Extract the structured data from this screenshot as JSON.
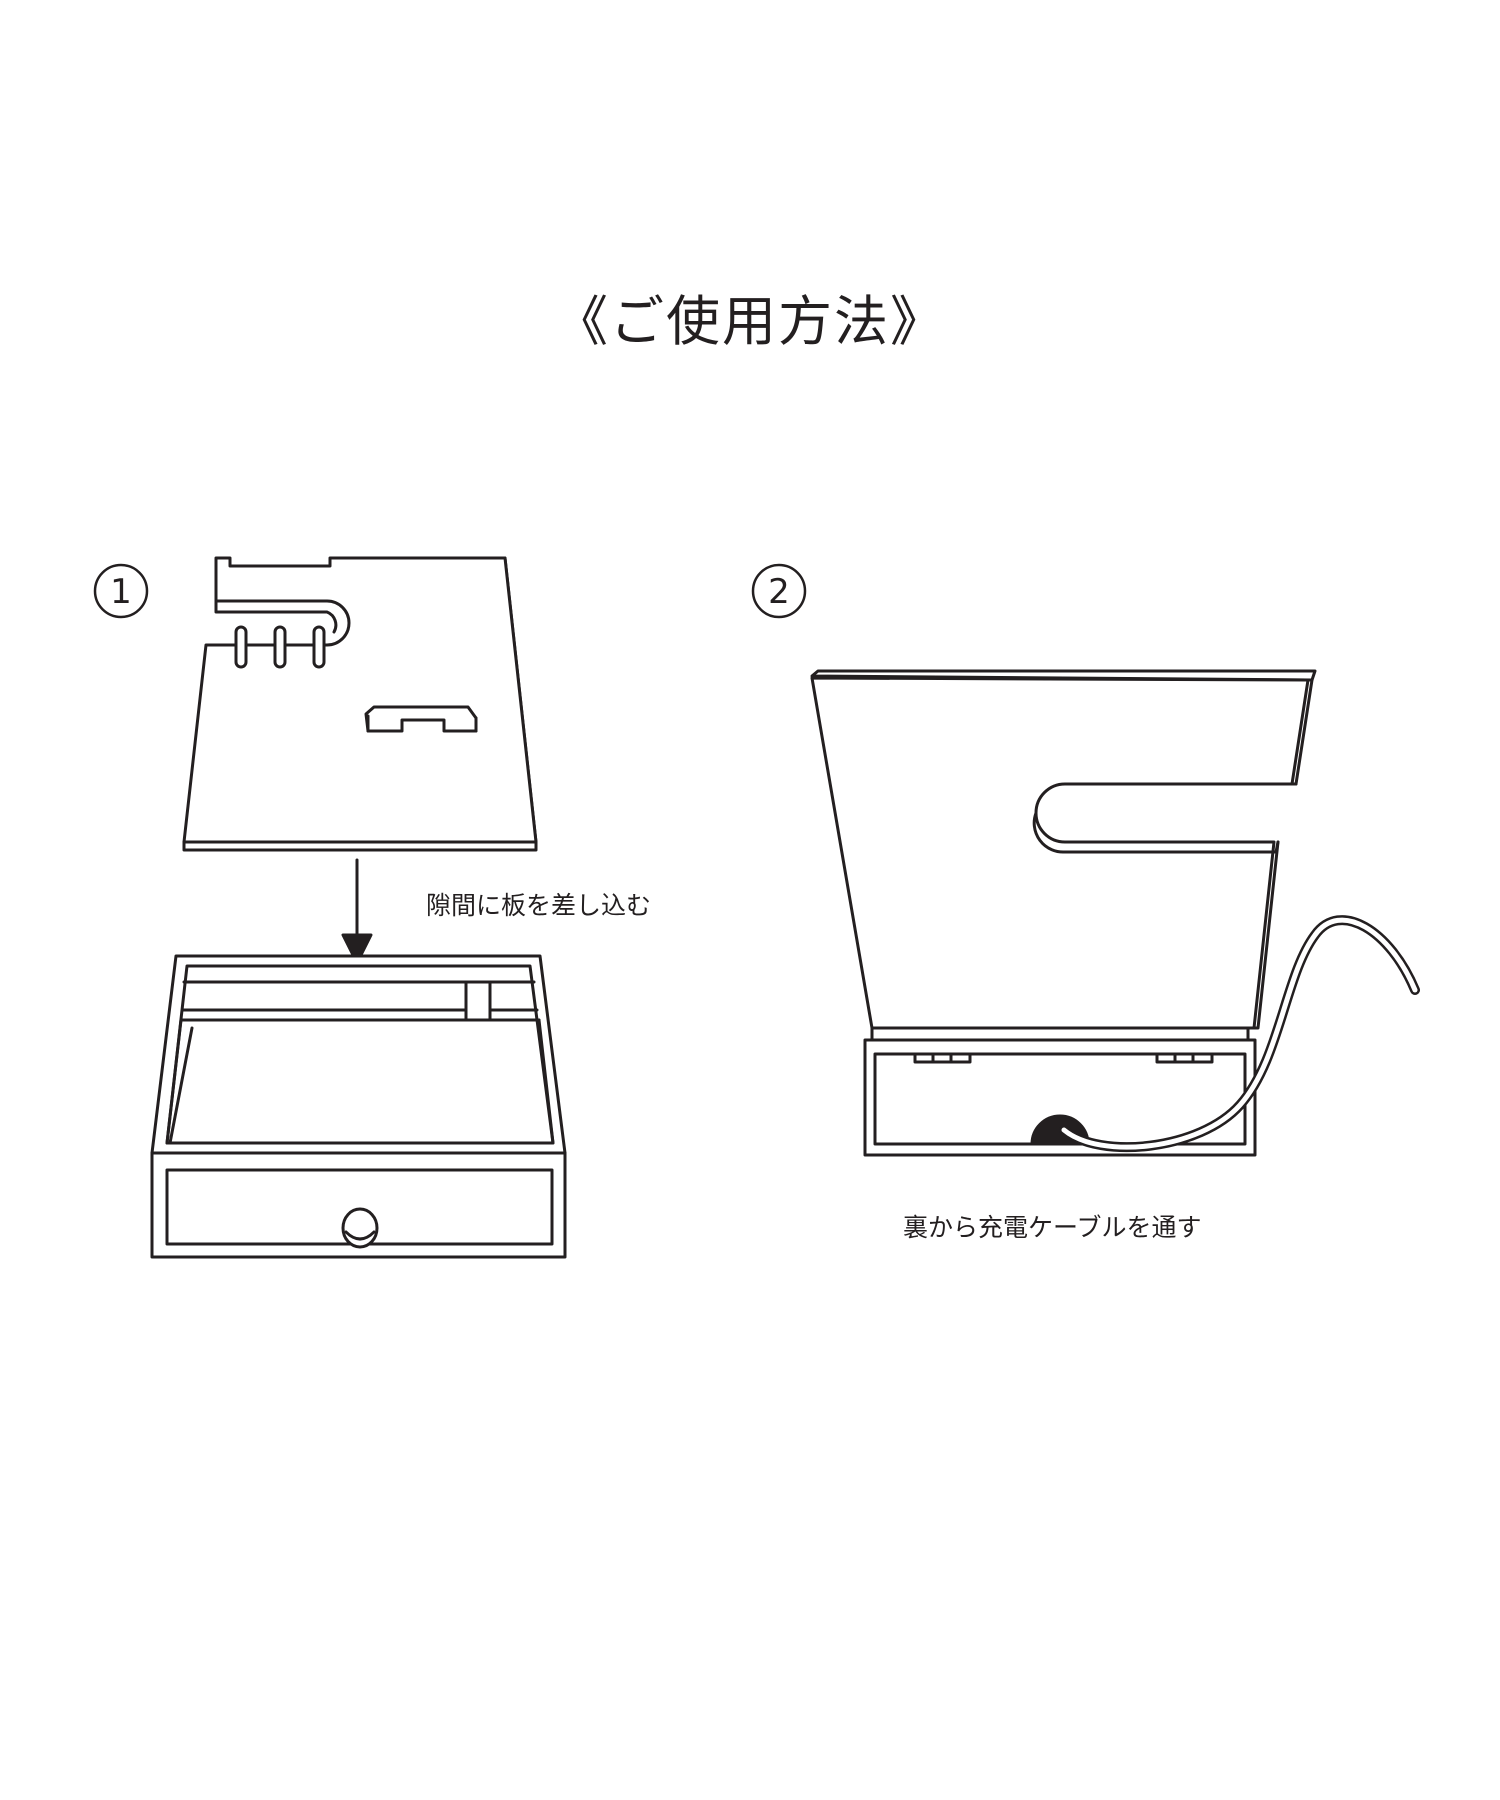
{
  "title": "《ご使用方法》",
  "steps": [
    {
      "number": "1",
      "caption": "隙間に板を差し込む"
    },
    {
      "number": "2",
      "caption": "裏から充電ケーブルを通す"
    }
  ],
  "colors": {
    "line": "#231f20",
    "fill": "#ffffff"
  },
  "icons": [
    "arrow-down-icon",
    "circled-number-icon"
  ]
}
